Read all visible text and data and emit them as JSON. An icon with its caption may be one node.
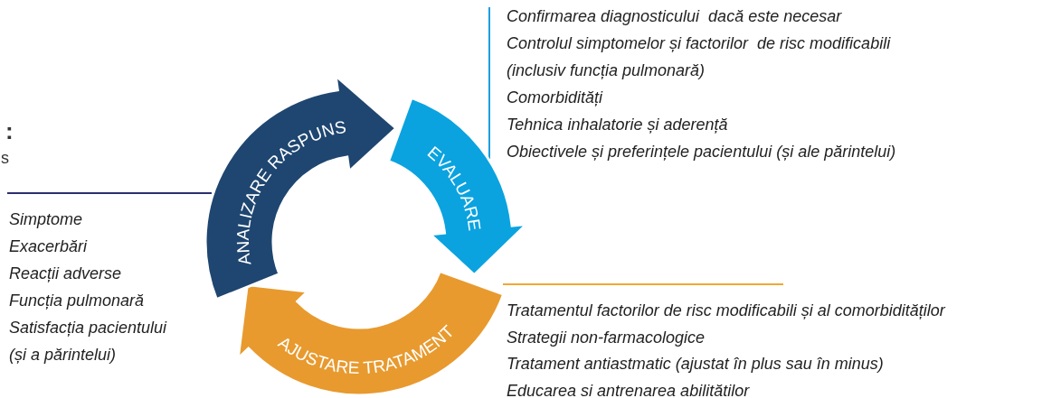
{
  "diagram": {
    "nodes": [
      {
        "text": [
          "ANALIZARE RASPUNS"
        ],
        "beside": [
          "Simptome",
          "Exacerbări",
          "Reacții adverse",
          "Funcția pulmonară",
          "Satisfacția pacientului",
          "(și a părintelui)"
        ]
      },
      {
        "text": [
          "EVALUARE"
        ],
        "beside": [
          "Confirmarea diagnosticului  dacă este necesar",
          "Controlul simptomelor și factorilor  de risc modificabili",
          "(inclusiv funcția pulmonară)",
          "Comorbidități",
          "Tehnica inhalatorie și aderență",
          "Obiectivele și preferințele pacientului (și ale părintelui)"
        ]
      },
      {
        "text": [
          "AJUSTARE TRATAMENT"
        ],
        "beside": [
          "Tratamentul factorilor de risc modificabili și al comorbidităților",
          "Strategii non-farmacologice",
          "Tratament antiastmatic (ajustat în plus sau în minus)",
          "Educarea si antrenarea abilitătilor"
        ]
      }
    ],
    "labels": [
      ":",
      "s"
    ]
  }
}
